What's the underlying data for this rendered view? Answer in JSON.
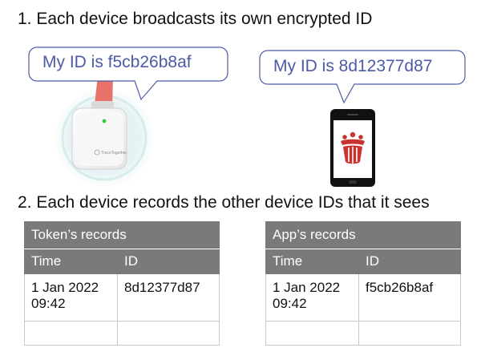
{
  "headings": {
    "step1": "1. Each device broadcasts its own encrypted ID",
    "step2": "2. Each device records the other device IDs that it sees"
  },
  "bubbles": {
    "token": "My ID is f5cb26b8af",
    "app": "My ID is 8d12377d87"
  },
  "token_records": {
    "title": "Token’s records",
    "columns": [
      "Time",
      "ID"
    ],
    "rows": [
      {
        "time_line1": "1 Jan 2022",
        "time_line2": "09:42",
        "id": "8d12377d87"
      },
      {
        "time_line1": "",
        "time_line2": "",
        "id": ""
      }
    ]
  },
  "app_records": {
    "title": "App’s records",
    "columns": [
      "Time",
      "ID"
    ],
    "rows": [
      {
        "time_line1": "1 Jan 2022",
        "time_line2": "09:42",
        "id": "f5cb26b8af"
      },
      {
        "time_line1": "",
        "time_line2": "",
        "id": ""
      }
    ]
  },
  "token_device": {
    "logo_text": "TraceTogether"
  },
  "colors": {
    "bubble_text": "#4d5aa7",
    "bubble_border": "#4d5aa7",
    "table_header": "#7a7a7a",
    "lanyard": "#e8726a",
    "app_logo": "#c8342f",
    "status_led": "#2ecc40"
  },
  "icons": [
    "token-device-icon",
    "smartphone-icon",
    "app-logo-icon"
  ]
}
